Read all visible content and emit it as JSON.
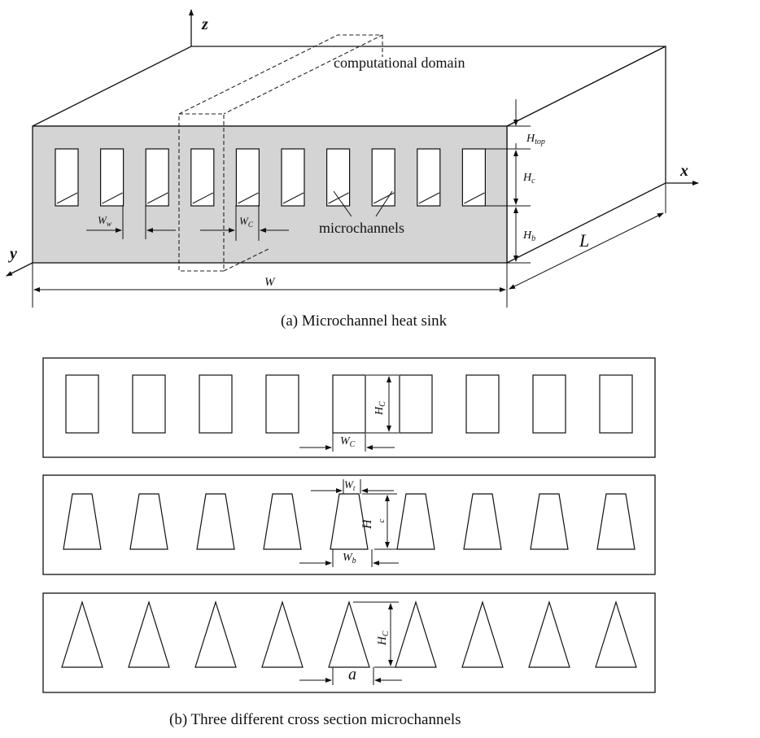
{
  "panel_a": {
    "caption": "(a) Microchannel heat sink",
    "axis_z": "z",
    "axis_x": "x",
    "axis_y": "y",
    "domain_label": "computational domain",
    "microchannels_label": "microchannels",
    "dim_W": "W",
    "dim_L": "L",
    "dim_Htop_main": "H",
    "dim_Htop_sub": "top",
    "dim_Hc_main": "H",
    "dim_Hc_sub": "c",
    "dim_Hb_main": "H",
    "dim_Hb_sub": "b",
    "dim_Ww_main": "W",
    "dim_Ww_sub": "w",
    "dim_Wc_main": "W",
    "dim_Wc_sub": "C",
    "channel_count": 10
  },
  "panel_b": {
    "caption": "(b) Three different cross section microchannels",
    "rect_Hc_main": "H",
    "rect_Hc_sub": "C",
    "rect_Wc_main": "W",
    "rect_Wc_sub": "C",
    "trap_Wt_main": "W",
    "trap_Wt_sub": "t",
    "trap_Wb_main": "W",
    "trap_Wb_sub": "b",
    "trap_H_main": "H",
    "trap_H_sub": "c",
    "tri_Hc_main": "H",
    "tri_Hc_sub": "C",
    "tri_a": "a",
    "channels_per_row": 9
  },
  "colors": {
    "front_face": "#d4d4d4",
    "line": "#111111",
    "background": "#ffffff"
  }
}
